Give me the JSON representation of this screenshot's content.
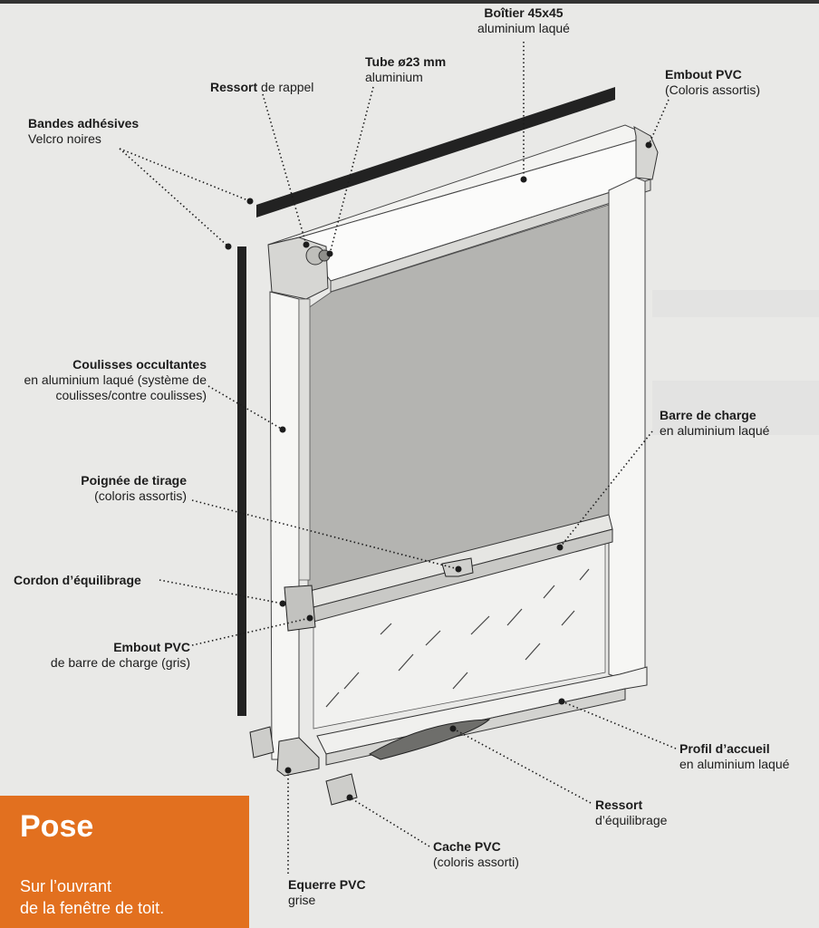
{
  "labels": {
    "boitier": {
      "title": "Boîtier 45x45",
      "sub": "aluminium laqué"
    },
    "tube": {
      "title": "Tube ø23 mm",
      "sub": "aluminium"
    },
    "ressort_rappel": {
      "title": "Ressort",
      "rest": " de rappel"
    },
    "embout_pvc": {
      "title": "Embout PVC",
      "sub": "(Coloris assortis)"
    },
    "bandes": {
      "title": "Bandes adhésives",
      "sub": "Velcro noires"
    },
    "coulisses": {
      "title": "Coulisses occultantes",
      "sub1": "en aluminium laqué (système de",
      "sub2": "coulisses/contre coulisses)"
    },
    "barre_charge": {
      "title": "Barre de charge",
      "sub": "en aluminium laqué"
    },
    "poignee": {
      "title": "Poignée de tirage",
      "sub": "(coloris assortis)"
    },
    "cordon": {
      "title": "Cordon d’équilibrage"
    },
    "embout_barre": {
      "title": "Embout PVC",
      "sub": "de barre de charge (gris)"
    },
    "profil": {
      "title": "Profil d’accueil",
      "sub": "en aluminium laqué"
    },
    "ressort_equilibrage": {
      "title": "Ressort",
      "sub": "d’équilibrage"
    },
    "cache": {
      "title": "Cache PVC",
      "sub": "(coloris assorti)"
    },
    "equerre": {
      "title": "Equerre PVC",
      "sub": "grise"
    }
  },
  "pose": {
    "title": "Pose",
    "line1": "Sur l’ouvrant",
    "line2": "de la fenêtre de toit."
  },
  "colors": {
    "accent": "#e2701f",
    "background": "#e9e9e7",
    "line": "#1c1c1c"
  }
}
